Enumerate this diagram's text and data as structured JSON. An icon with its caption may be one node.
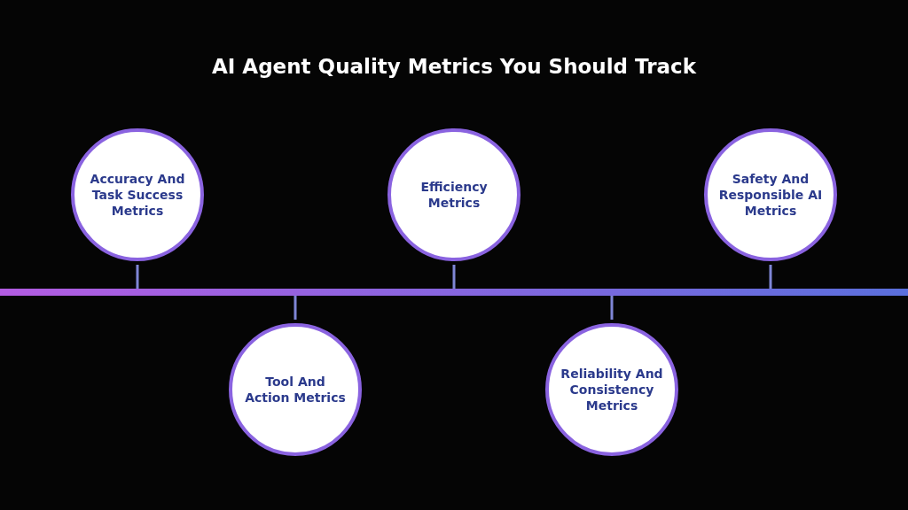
{
  "diagram": {
    "title": "AI Agent Quality Metrics You Should Track",
    "nodes": [
      {
        "text": [
          "Accuracy And Task Success Metrics"
        ]
      },
      {
        "text": [
          "Tool And Action Metrics"
        ]
      },
      {
        "text": [
          "Efficiency Metrics"
        ]
      },
      {
        "text": [
          "Reliability And Consistency Metrics"
        ]
      },
      {
        "text": [
          "Safety And Responsible AI Metrics"
        ]
      },
      {
        "text": [],
        "shape": "bar"
      }
    ],
    "edges": [
      {
        "from": 0,
        "to": 5,
        "arrow": "none"
      },
      {
        "from": 1,
        "to": 5,
        "arrow": "none"
      },
      {
        "from": 2,
        "to": 5,
        "arrow": "none"
      },
      {
        "from": 3,
        "to": 5,
        "arrow": "none"
      },
      {
        "from": 4,
        "to": 5,
        "arrow": "none"
      }
    ]
  }
}
